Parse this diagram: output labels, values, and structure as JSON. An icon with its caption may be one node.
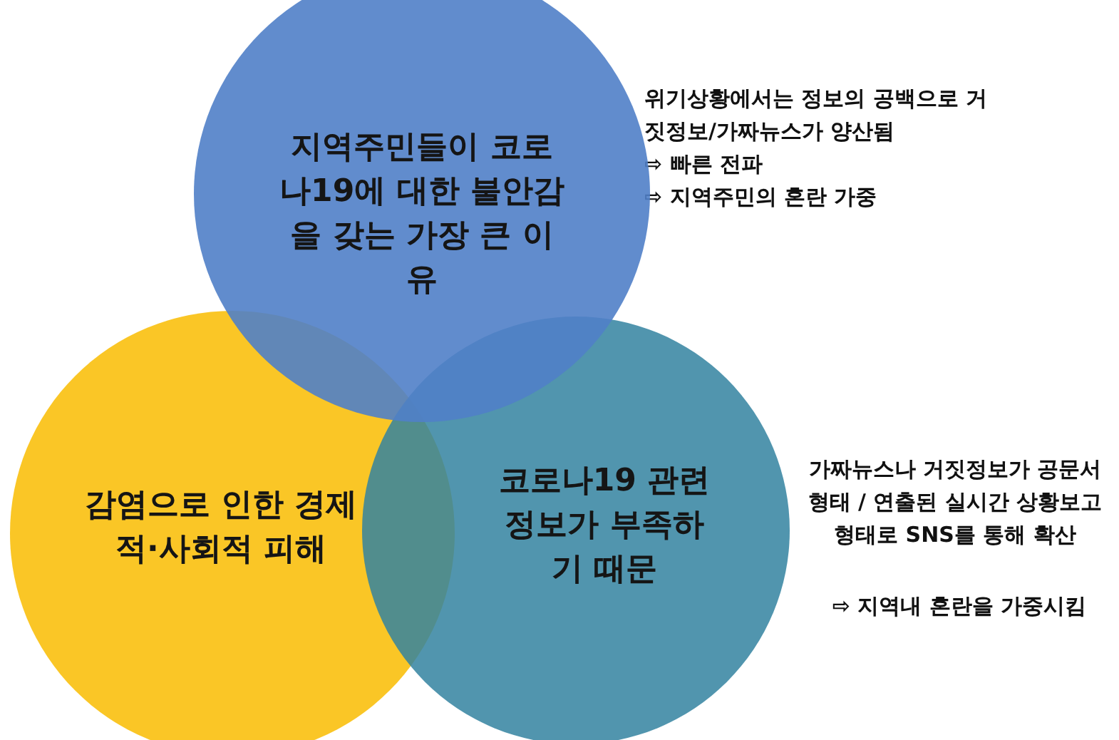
{
  "diagram": {
    "nodes": [
      {
        "text": [
          "지역주민들이 코로나19에 대한 불안감을 갖는 가장 큰 이유"
        ]
      },
      {
        "text": [
          "감염으로 인한 경제적·사회적 피해"
        ]
      },
      {
        "text": [
          "코로나19 관련 정보가 부족하기 때문"
        ]
      }
    ],
    "labels": [
      "위기상황에서는 정보의 공백으로 거짓정보/가짜뉴스가 양산됨",
      "⇨ 빠른 전파",
      "⇨ 지역주민의 혼란 가중",
      "가짜뉴스나 거짓정보가 공문서 형태 / 연출된 실시간 상황보고 형태로 SNS를 통해 확산",
      "⇨ 지역내 혼란을 가중시킴"
    ]
  }
}
